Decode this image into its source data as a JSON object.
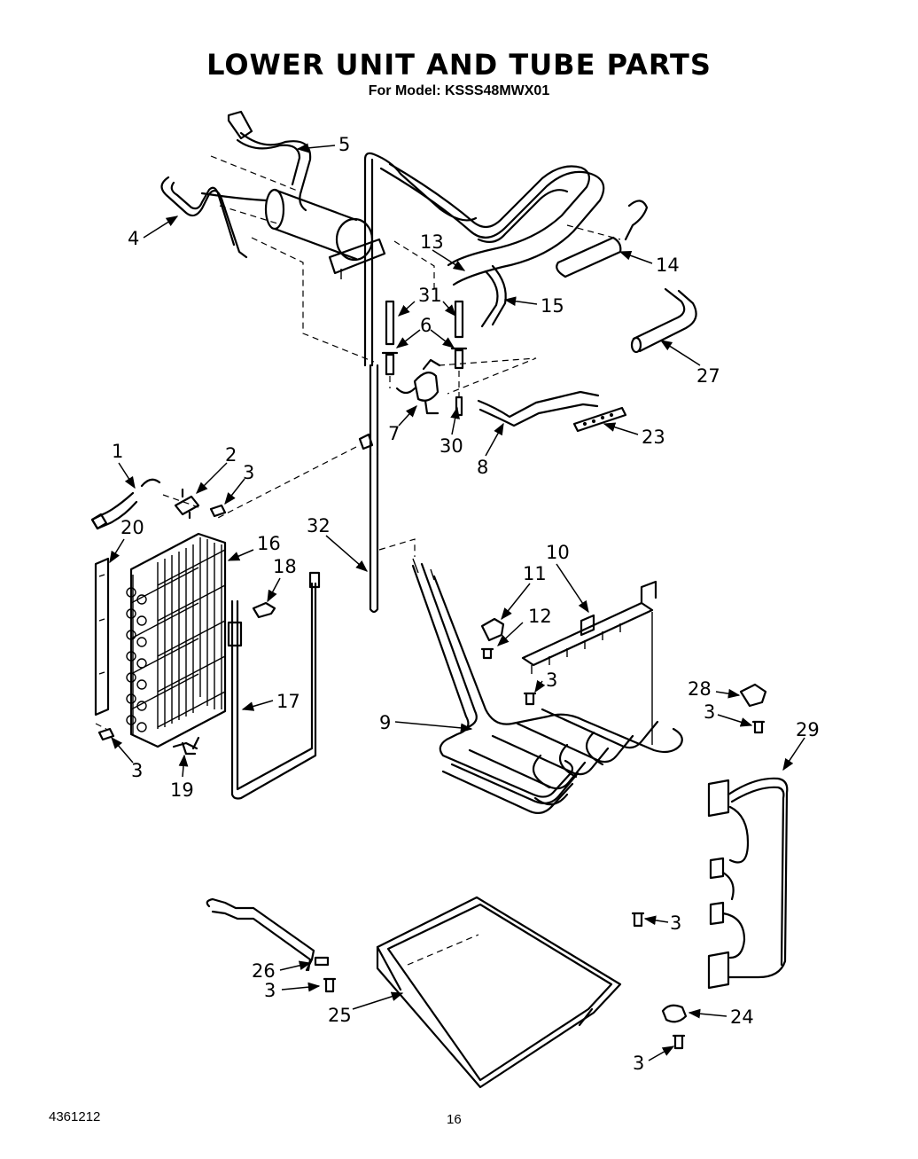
{
  "header": {
    "title": "LOWER UNIT AND TUBE PARTS",
    "subtitle": "For Model: KSSS48MWX01"
  },
  "footer": {
    "doc_number": "4361212",
    "page_number": "16"
  },
  "callouts": [
    "1",
    "2",
    "3",
    "3",
    "3",
    "3",
    "3",
    "3",
    "3",
    "4",
    "5",
    "6",
    "7",
    "8",
    "9",
    "10",
    "11",
    "12",
    "13",
    "14",
    "15",
    "16",
    "17",
    "18",
    "19",
    "20",
    "23",
    "24",
    "25",
    "26",
    "27",
    "28",
    "29",
    "30",
    "31",
    "32"
  ]
}
